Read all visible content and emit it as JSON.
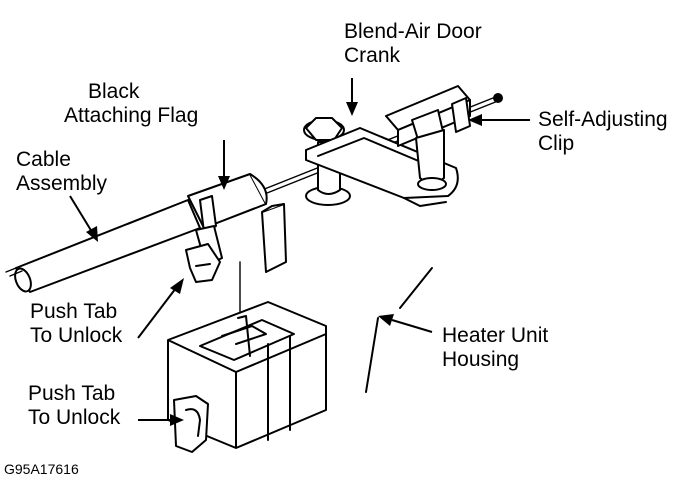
{
  "diagram": {
    "labels": {
      "blend_air_door_crank": [
        "Blend-Air Door",
        "Crank"
      ],
      "black_attaching_flag": [
        "Black",
        "Attaching Flag"
      ],
      "self_adjusting_clip": [
        "Self-Adjusting",
        "Clip"
      ],
      "cable_assembly": [
        "Cable",
        "Assembly"
      ],
      "push_tab_upper": [
        "Push Tab",
        "To Unlock"
      ],
      "push_tab_lower": [
        "Push Tab",
        "To Unlock"
      ],
      "heater_unit_housing": [
        "Heater Unit",
        "Housing"
      ]
    },
    "figure_code": "G95A17616"
  }
}
